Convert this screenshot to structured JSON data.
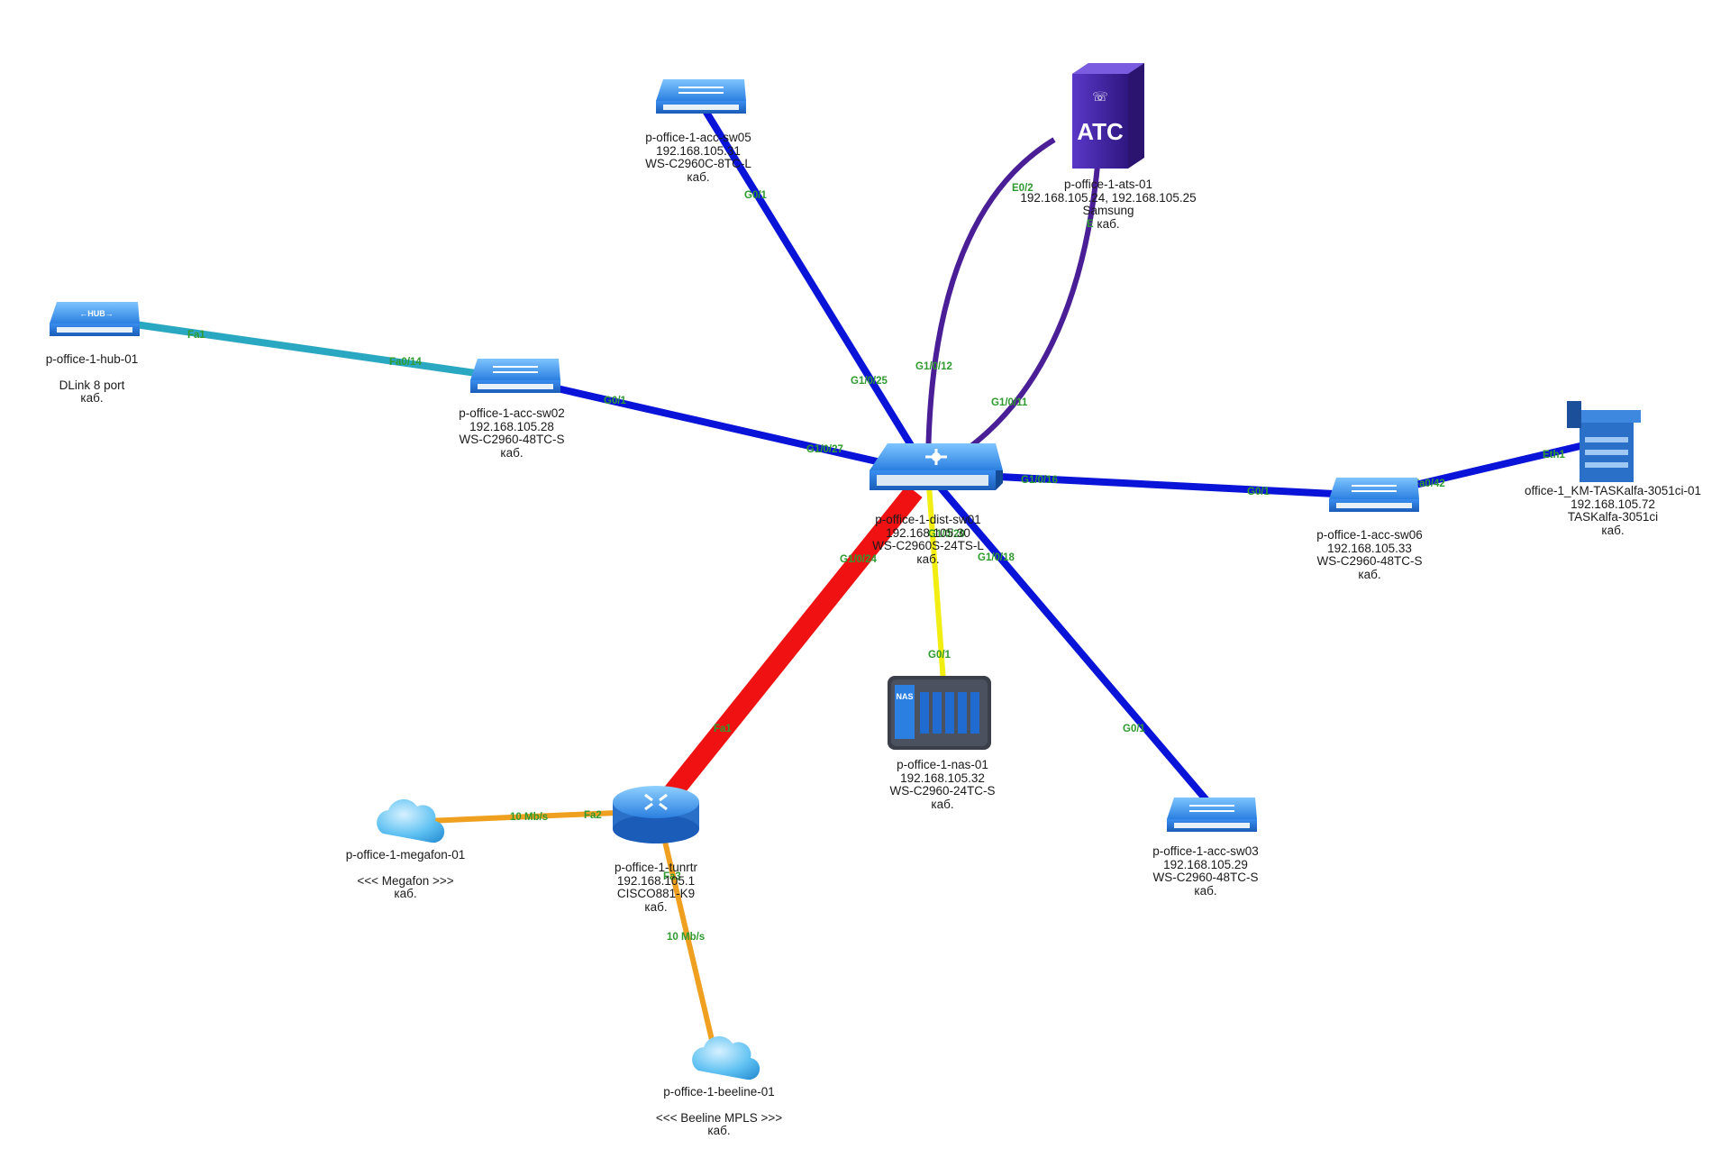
{
  "nodes": {
    "hub01": {
      "lines": [
        "p-office-1-hub-01",
        "",
        "DLink 8 port",
        "каб."
      ],
      "icon": "hub-switch-icon"
    },
    "sw02": {
      "lines": [
        "p-office-1-acc-sw02",
        "192.168.105.28",
        "WS-C2960-48TC-S",
        "каб."
      ],
      "icon": "switch-icon"
    },
    "sw05": {
      "lines": [
        "p-office-1-acc-sw05",
        "192.168.105.31",
        "WS-C2960C-8TC-L",
        "каб."
      ],
      "icon": "switch-icon"
    },
    "ats01": {
      "lines": [
        "p-office-1-ats-01",
        "192.168.105.24, 192.168.105.25",
        "Samsung",
        "каб."
      ],
      "icon": "pbx-cabinet-icon",
      "icon_text": "ATC"
    },
    "dist01": {
      "lines": [
        "p-office-1-dist-sw01",
        "192.168.105.30",
        "WS-C2960S-24TS-L",
        "каб."
      ],
      "icon": "distribution-switch-icon"
    },
    "sw06": {
      "lines": [
        "p-office-1-acc-sw06",
        "192.168.105.33",
        "WS-C2960-48TC-S",
        "каб."
      ],
      "icon": "switch-icon"
    },
    "printer": {
      "lines": [
        "office-1_KM-TASKalfa-3051ci-01",
        "192.168.105.72",
        "TASKalfa-3051ci",
        "каб."
      ],
      "icon": "printer-mfp-icon"
    },
    "nas01": {
      "lines": [
        "p-office-1-nas-01",
        "192.168.105.32",
        "WS-C2960-24TC-S",
        "каб."
      ],
      "icon": "nas-storage-icon",
      "icon_text": "NAS"
    },
    "sw03": {
      "lines": [
        "p-office-1-acc-sw03",
        "192.168.105.29",
        "WS-C2960-48TC-S",
        "каб."
      ],
      "icon": "switch-icon"
    },
    "tunrtr": {
      "lines": [
        "p-office-1-tunrtr",
        "192.168.105.1",
        "CISCO881-K9",
        "каб."
      ],
      "icon": "router-icon"
    },
    "megafon": {
      "lines": [
        "p-office-1-megafon-01",
        "",
        "<<< Megafon >>>",
        "каб."
      ],
      "icon": "cloud-icon"
    },
    "beeline": {
      "lines": [
        "p-office-1-beeline-01",
        "",
        "<<< Beeline MPLS >>>",
        "каб."
      ],
      "icon": "cloud-icon"
    }
  },
  "links": [
    {
      "from": "hub01",
      "to": "sw02",
      "color": "#2aa8c2",
      "ports": [
        "Fa1",
        "Fa0/14"
      ]
    },
    {
      "from": "sw02",
      "to": "dist01",
      "color": "#0a14d8",
      "ports": [
        "G0/1",
        "G1/0/27"
      ]
    },
    {
      "from": "sw05",
      "to": "dist01",
      "color": "#0a14d8",
      "ports": [
        "G0/1",
        "G1/0/25"
      ]
    },
    {
      "from": "ats01",
      "to": "dist01",
      "color": "#4a1e96",
      "ports": [
        "E0/2",
        "G1/0/12"
      ]
    },
    {
      "from": "ats01",
      "to": "dist01",
      "color": "#4a1e96",
      "ports": [
        "E",
        "G1/0/11"
      ]
    },
    {
      "from": "dist01",
      "to": "sw06",
      "color": "#0a14d8",
      "ports": [
        "G1/0/16",
        "G0/1"
      ]
    },
    {
      "from": "sw06",
      "to": "printer",
      "color": "#0a14d8",
      "ports": [
        "Fa0/42",
        "Eth1"
      ]
    },
    {
      "from": "dist01",
      "to": "nas01",
      "color": "#f2ee12",
      "ports": [
        "G1/0/20",
        "G0/1"
      ]
    },
    {
      "from": "dist01",
      "to": "sw03",
      "color": "#0a14d8",
      "ports": [
        "G1/0/18",
        "G0/1"
      ]
    },
    {
      "from": "dist01",
      "to": "tunrtr",
      "color": "#f01212",
      "ports": [
        "G1/0/24",
        "Fa1"
      ]
    },
    {
      "from": "megafon",
      "to": "tunrtr",
      "color": "#f0a020",
      "ports": [
        "10 Mb/s",
        "Fa2"
      ]
    },
    {
      "from": "tunrtr",
      "to": "beeline",
      "color": "#f0a020",
      "ports": [
        "Fa3",
        "10 Mb/s"
      ]
    }
  ]
}
